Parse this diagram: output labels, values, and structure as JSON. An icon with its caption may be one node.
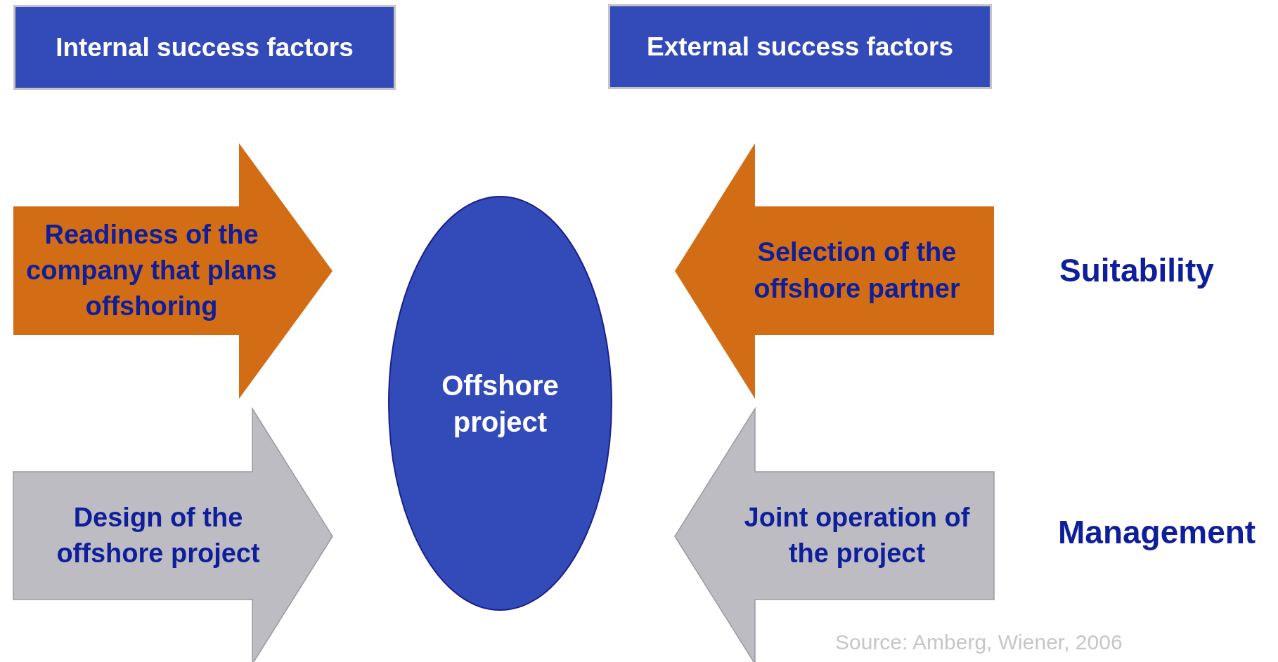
{
  "diagram": {
    "nodes": [
      {
        "text": [
          "Internal success factors"
        ]
      },
      {
        "text": [
          "External success factors"
        ]
      },
      {
        "text": [
          "Readiness of the company that plans offshoring"
        ]
      },
      {
        "text": [
          "Selection of the offshore partner"
        ]
      },
      {
        "text": [
          "Offshore project"
        ]
      },
      {
        "text": [
          "Design of the offshore project"
        ]
      },
      {
        "text": [
          "Joint operation of the project"
        ]
      }
    ],
    "labels": [
      "Suitability",
      "Management",
      "Source: Amberg, Wiener, 2006"
    ]
  }
}
